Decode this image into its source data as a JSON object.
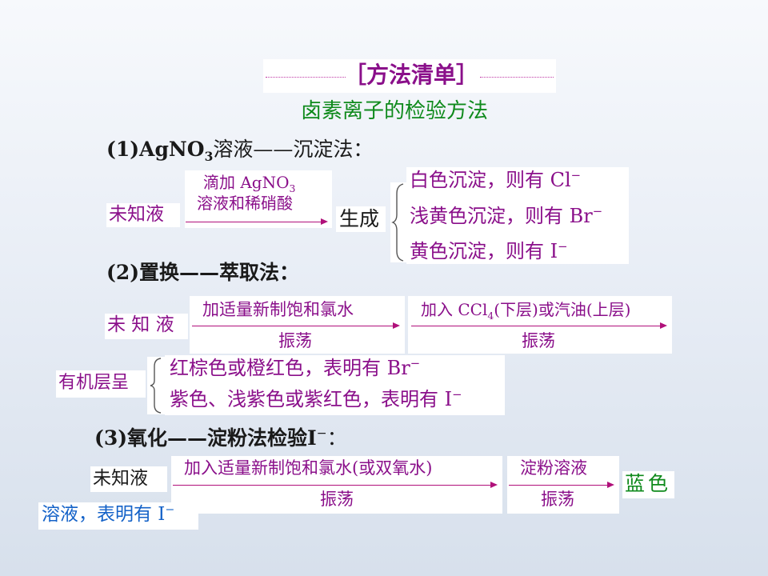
{
  "header": {
    "tag": "［方法清单］",
    "title": "卤素离子的检验方法"
  },
  "s1": {
    "heading_pre": "(1)AgNO",
    "heading_sub": "3",
    "heading_post": "溶液——沉淀法：",
    "unknown": "未知液",
    "reagent_line1_pre": "滴加 AgNO",
    "reagent_line1_sub": "3",
    "reagent_line2": "溶液和稀硝酸",
    "generate": "生成",
    "results": [
      {
        "text": "白色沉淀，则有 Cl",
        "sup": "−"
      },
      {
        "text": "浅黄色沉淀，则有 Br",
        "sup": "−"
      },
      {
        "text": "黄色沉淀，则有 I",
        "sup": "−"
      }
    ]
  },
  "s2": {
    "heading": "(2)置换——萃取法：",
    "unknown": "未 知 液",
    "step1_top": "加适量新制饱和氯水",
    "step1_bottom": "振荡",
    "step2_top_pre": "加入 CCl",
    "step2_top_sub": "4",
    "step2_top_post": "(下层)或汽油(上层)",
    "step2_bottom": "振荡",
    "layer_label": "有机层呈",
    "results": [
      {
        "text": "红棕色或橙红色，表明有 Br",
        "sup": "−"
      },
      {
        "text": "紫色、浅紫色或紫红色，表明有 I",
        "sup": "−"
      }
    ]
  },
  "s3": {
    "heading_pre": "(3)氧化——淀粉法检验I",
    "heading_sup": "−",
    "heading_post": "：",
    "unknown": "未知液",
    "step1_top": "加入适量新制饱和氯水(或双氧水)",
    "step1_bottom": "振荡",
    "step2_top": "淀粉溶液",
    "step2_bottom": "振荡",
    "color_result": "蓝色",
    "conclusion_pre": "溶液，表明有 I",
    "conclusion_sup": "−"
  },
  "colors": {
    "arrow": "#b0107a",
    "purple_text": "#8a0f8a",
    "green_text": "#0f8a1c",
    "blue_text": "#1462c8"
  }
}
